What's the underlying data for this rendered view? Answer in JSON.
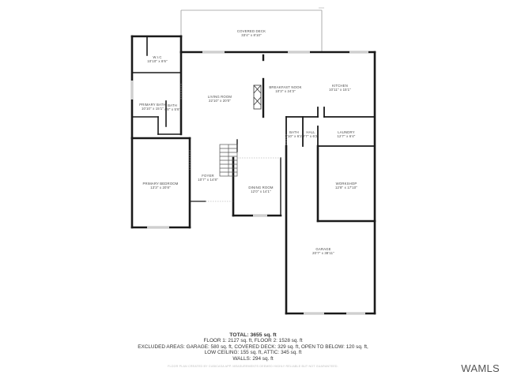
{
  "rooms": {
    "covered_deck": {
      "name": "COVERED DECK",
      "dims": "33'4\" x 8'10\""
    },
    "wic": {
      "name": "W.I.C",
      "dims": "10'10\" x 8'6\""
    },
    "living_room": {
      "name": "LIVING ROOM",
      "dims": "22'10\" x 20'0\""
    },
    "breakfast_nook": {
      "name": "BREAKFAST NOOK",
      "dims": "10'3\" x 24'3\""
    },
    "kitchen": {
      "name": "KITCHEN",
      "dims": "10'11\" x 15'1\""
    },
    "primary_bath": {
      "name": "PRIMARY BATH",
      "dims": "10'10\" x 15'1\""
    },
    "bath_primary": {
      "name": "BATH",
      "dims": "4'8\" x 5'6\""
    },
    "bath_hall": {
      "name": "BATH",
      "dims": "5'10\" x 6'2\""
    },
    "hall": {
      "name": "HALL",
      "dims": "3'7\" x 6'2\""
    },
    "laundry": {
      "name": "LAUNDRY",
      "dims": "12'7\" x 6'4\""
    },
    "foyer": {
      "name": "FOYER",
      "dims": "10'7\" x 14'8\""
    },
    "primary_bedroom": {
      "name": "PRIMARY BEDROOM",
      "dims": "13'3\" x 20'8\""
    },
    "workshop": {
      "name": "WORKSHOP",
      "dims": "12'8\" x 17'10\""
    },
    "dining_room": {
      "name": "DINING ROOM",
      "dims": "12'0\" x 14'1\""
    },
    "garage": {
      "name": "GARAGE",
      "dims": "20'7\" x 38'11\""
    }
  },
  "summary": {
    "total": "TOTAL: 3655 sq. ft",
    "floors": "FLOOR 1: 2127 sq. ft, FLOOR 2: 1528 sq. ft",
    "excluded": "EXCLUDED AREAS: GARAGE: 580 sq. ft, COVERED DECK: 329 sq. ft, OPEN TO BELOW: 120 sq. ft,",
    "ceilings": "LOW CEILING: 155 sq. ft, ATTIC: 345 sq. ft",
    "walls": "WALLS: 294 sq. ft"
  },
  "disclaimer": "FLOOR PLAN CREATED BY CUBICASA APP. MEASUREMENTS DEEMED HIGHLY RELIABLE BUT NOT GUARANTEED.",
  "brand": "WAMLS",
  "colors": {
    "wall": "#1a1a1a",
    "thin": "#9a9a9a",
    "window": "#c8c8c8"
  }
}
